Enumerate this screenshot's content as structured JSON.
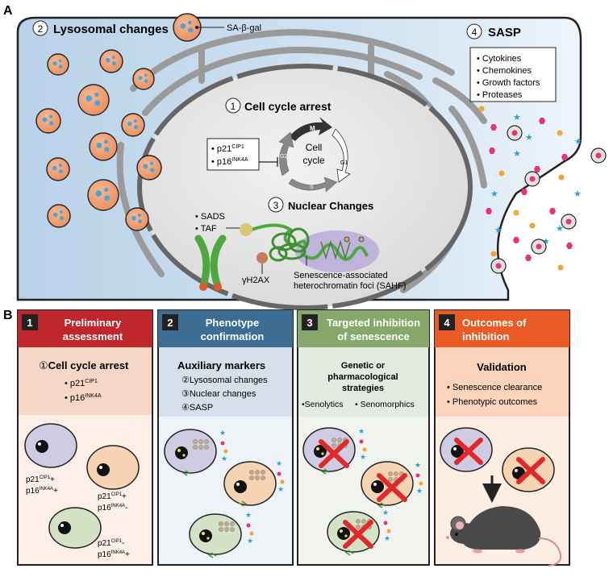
{
  "panel_a": {
    "letter": "A",
    "lysosomal": {
      "num": "2",
      "title": "Lysosomal changes",
      "marker": "SA-β-gal"
    },
    "sasp": {
      "num": "4",
      "title": "SASP",
      "items": [
        "• Cytokines",
        "• Chemokines",
        "• Growth factors",
        "• Proteases"
      ]
    },
    "cell_cycle": {
      "num": "1",
      "title": "Cell cycle arrest",
      "inhibitors": [
        "p21",
        "p16"
      ],
      "inhibitor_sups": [
        "CIP1",
        "INK4A"
      ],
      "center": [
        "Cell",
        "cycle"
      ],
      "phases": [
        "M",
        "G2",
        "G1",
        "S"
      ]
    },
    "nuclear": {
      "num": "3",
      "title": "Nuclear Changes",
      "labels": [
        "• SADS",
        "• TAF"
      ],
      "gamma": "γH2AX",
      "sahf": [
        "Senescence-associated",
        "heterochromatin foci (SAHF)"
      ]
    }
  },
  "panel_b": {
    "letter": "B",
    "steps": [
      {
        "num": "1",
        "title": [
          "Preliminary",
          "assessment"
        ],
        "color": "#c0272d"
      },
      {
        "num": "2",
        "title": [
          "Phenotype",
          "confirmation"
        ],
        "color": "#3e6d93"
      },
      {
        "num": "3",
        "title": [
          "Targeted inhibition",
          "of  senescence"
        ],
        "color": "#86a96b"
      },
      {
        "num": "4",
        "title": [
          "Outcomes of",
          "inhibition"
        ],
        "color": "#e95a25"
      }
    ],
    "step1": {
      "heading_num": "①",
      "heading": "Cell cycle arrest",
      "items": [
        "p21",
        "p16"
      ],
      "item_sups": [
        "CIP1",
        "INK4A"
      ],
      "cells": [
        {
          "l1": "p21",
          "s1": "CIP1",
          "t1": "+",
          "l2": "p16",
          "s2": "INK4A",
          "t2": "+"
        },
        {
          "l1": "p21",
          "s1": "CIP1",
          "t1": "+",
          "l2": "p16",
          "s2": "INK4A",
          "t2": "-"
        },
        {
          "l1": "p21",
          "s1": "CIP1",
          "t1": "-",
          "l2": "p16",
          "s2": "INK4A",
          "t2": "+"
        }
      ]
    },
    "step2": {
      "heading": "Auxiliary markers",
      "items": [
        "②Lysosomal changes",
        "③Nuclear changes",
        "④SASP"
      ]
    },
    "step3": {
      "heading": [
        "Genetic or",
        "pharmacological",
        "strategies"
      ],
      "items": [
        "•Senolytics",
        "• Senomorphics"
      ]
    },
    "step4": {
      "heading": "Validation",
      "items": [
        "• Senescence clearance",
        "• Phenotypic outcomes"
      ]
    }
  },
  "colors": {
    "cytoplasm": "#c9dcec",
    "nucleus": "#e6e6e6",
    "lysosome": "#f0a379",
    "chromatin": "#4fa83f",
    "x_mark": "#e0292b"
  }
}
